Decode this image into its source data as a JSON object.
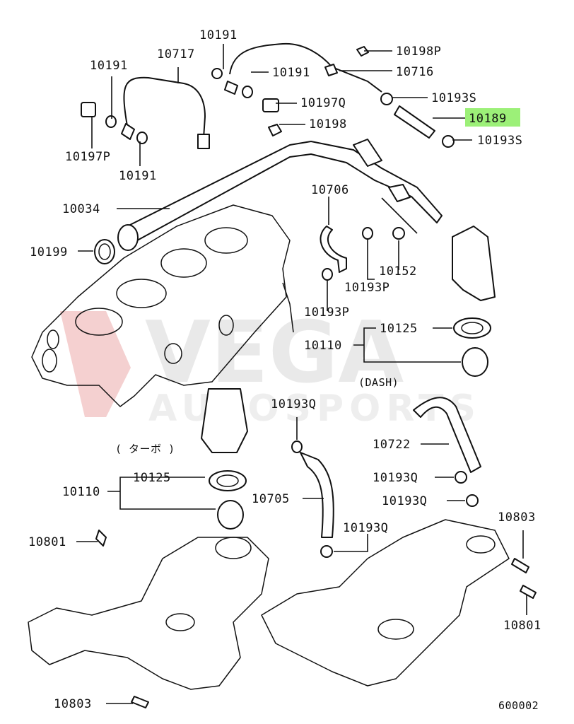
{
  "diagram": {
    "code": "600002",
    "highlight_color": "#9cf078",
    "watermark": {
      "main": "VEGA",
      "sub": "AUTOSPORTS",
      "color": "#e8e8e8",
      "accent": "#f3c8c8"
    },
    "labels": {
      "p10191_a": "10191",
      "p10717": "10717",
      "p10191_b": "10191",
      "p10198p": "10198P",
      "p10191_c": "10191",
      "p10716": "10716",
      "p10197q": "10197Q",
      "p10193s_a": "10193S",
      "p10189": "10189",
      "p10198": "10198",
      "p10193s_b": "10193S",
      "p10197p": "10197P",
      "p10191_d": "10191",
      "p10034": "10034",
      "p10706": "10706",
      "p10199": "10199",
      "p10152": "10152",
      "p10193p_a": "10193P",
      "p10193p_b": "10193P",
      "p10125_a": "10125",
      "p10110_a": "10110",
      "dash": "(DASH)",
      "p10193q_a": "10193Q",
      "turbo": "( ターボ )",
      "p10722": "10722",
      "p10125_b": "10125",
      "p10193q_b": "10193Q",
      "p10110_b": "10110",
      "p10705": "10705",
      "p10193q_c": "10193Q",
      "p10803_a": "10803",
      "p10801_a": "10801",
      "p10193q_d": "10193Q",
      "p10801_b": "10801",
      "p10803_b": "10803"
    }
  }
}
